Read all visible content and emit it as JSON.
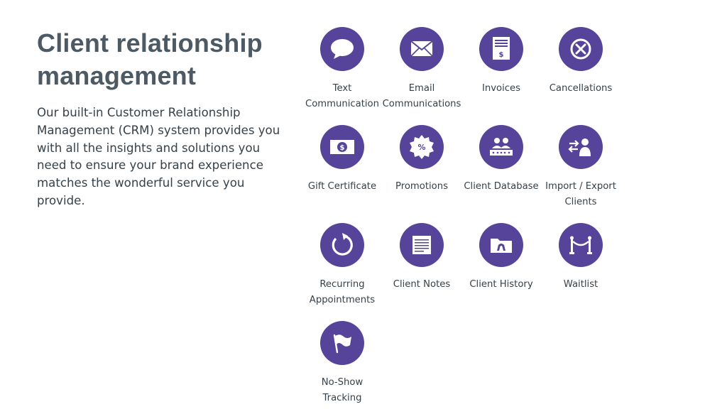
{
  "heading": {
    "line1": "Client relationship",
    "line2": "management"
  },
  "description": "Our built-in Customer Relationship Management (CRM) system provides you with all the insights and solutions you need to ensure your brand experience matches the wonderful service you provide.",
  "colors": {
    "icon_bg": "#56439a",
    "heading": "#4d5a64",
    "text": "#37414a"
  },
  "features": [
    {
      "icon": "speech-bubble-icon",
      "label_lines": [
        "Text",
        "Communication"
      ]
    },
    {
      "icon": "envelope-icon",
      "label_lines": [
        "Email",
        "Communications"
      ]
    },
    {
      "icon": "invoice-icon",
      "label_lines": [
        "Invoices"
      ]
    },
    {
      "icon": "cancel-icon",
      "label_lines": [
        "Cancellations"
      ]
    },
    {
      "icon": "gift-certificate-icon",
      "label_lines": [
        "Gift Certificate"
      ]
    },
    {
      "icon": "promotion-badge-icon",
      "label_lines": [
        "Promotions"
      ]
    },
    {
      "icon": "client-database-icon",
      "label_lines": [
        "Client Database"
      ]
    },
    {
      "icon": "import-export-icon",
      "label_lines": [
        "Import / Export",
        "Clients"
      ]
    },
    {
      "icon": "recurring-icon",
      "label_lines": [
        "Recurring",
        "Appointments"
      ]
    },
    {
      "icon": "notes-icon",
      "label_lines": [
        "Client Notes"
      ]
    },
    {
      "icon": "history-folder-icon",
      "label_lines": [
        "Client History"
      ]
    },
    {
      "icon": "waitlist-rope-icon",
      "label_lines": [
        "Waitlist"
      ]
    },
    {
      "icon": "flag-icon",
      "label_lines": [
        "No-Show",
        "Tracking"
      ]
    }
  ]
}
